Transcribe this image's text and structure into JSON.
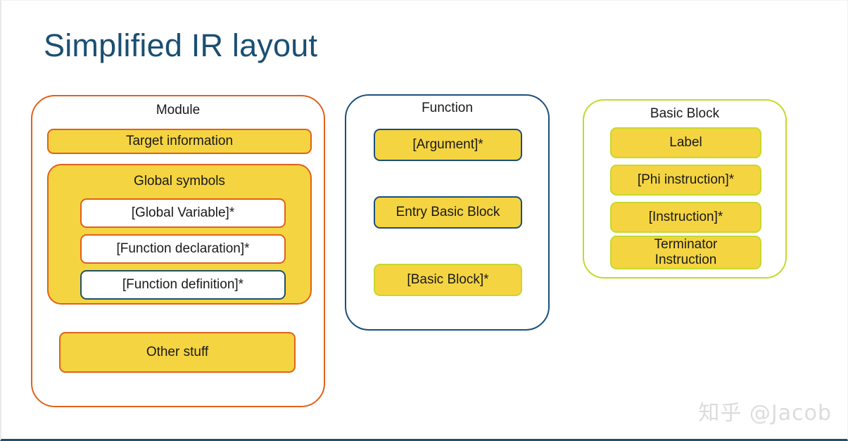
{
  "slide": {
    "title": "Simplified IR layout",
    "watermark": "知乎 @Jacob",
    "colors": {
      "title": "#1B4F72",
      "orange": "#E2601A",
      "navy": "#1B4F79",
      "teal": "#1F5266",
      "lime": "#C5D92D",
      "yellow_fill": "#F5D442",
      "text": "#1A1A1A",
      "watermark": "#DCDCDC",
      "background": "#FFFFFF"
    }
  },
  "columns": {
    "module": {
      "title": "Module",
      "target_information": "Target information",
      "global_symbols": {
        "title": "Global symbols",
        "items": [
          {
            "label": "[Global Variable]*"
          },
          {
            "label": "[Function declaration]*"
          },
          {
            "label": "[Function definition]*"
          }
        ]
      },
      "other_stuff": "Other stuff"
    },
    "function": {
      "title": "Function",
      "items": [
        {
          "label": "[Argument]*"
        },
        {
          "label": "Entry Basic Block"
        },
        {
          "label": "[Basic Block]*"
        }
      ]
    },
    "basic_block": {
      "title": "Basic Block",
      "items": [
        {
          "label": "Label"
        },
        {
          "label": "[Phi instruction]*"
        },
        {
          "label": "[Instruction]*"
        }
      ],
      "terminator_line1": "Terminator",
      "terminator_line2": "Instruction"
    }
  }
}
